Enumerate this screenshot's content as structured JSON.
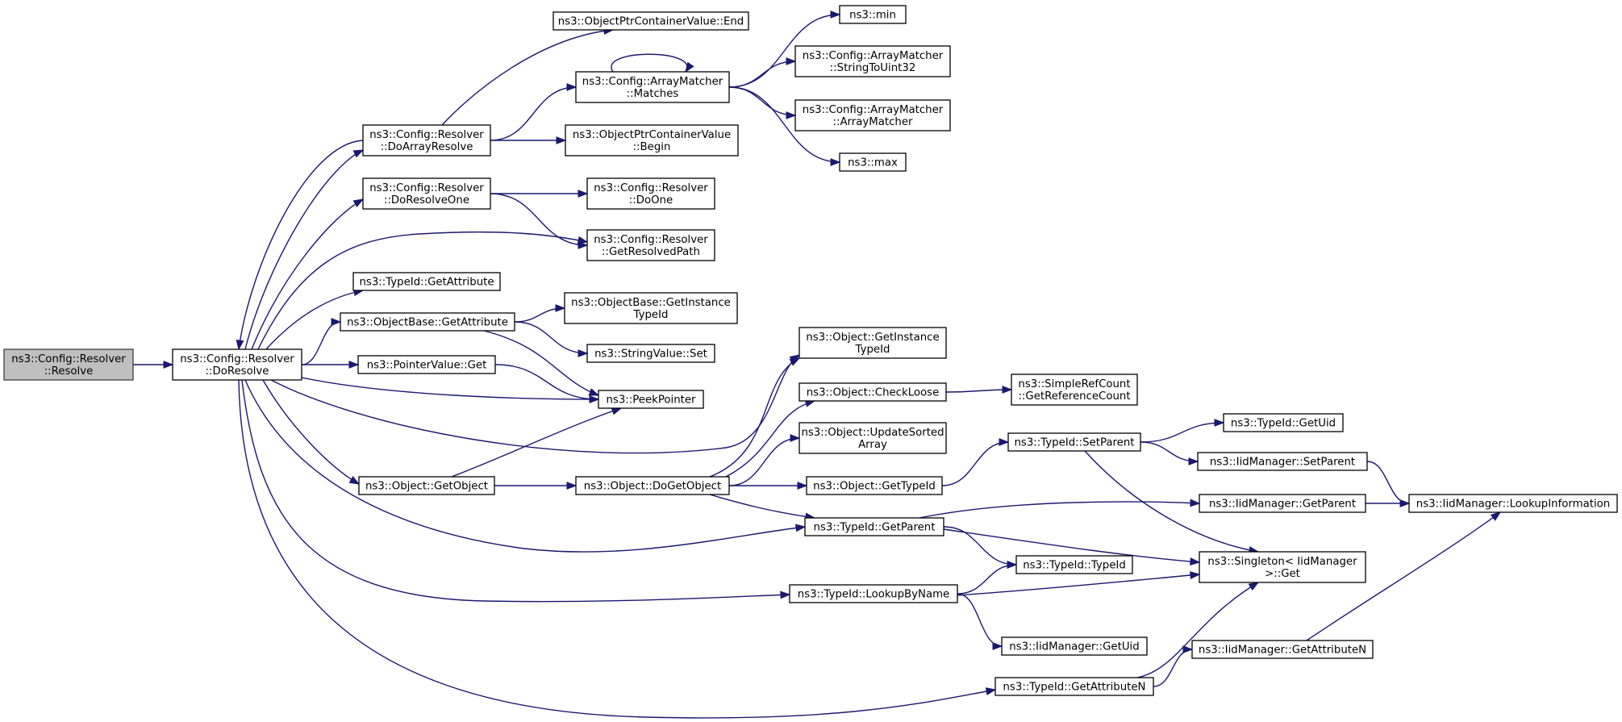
{
  "diagram": {
    "type": "call-graph",
    "root": "resolve",
    "colors": {
      "edge": "#191970",
      "root_fill": "#bfbfbf",
      "node_fill": "#ffffff",
      "border": "#000000"
    },
    "nodes": [
      {
        "id": "resolve",
        "lines": [
          "ns3::Config::Resolver",
          "::Resolve"
        ]
      },
      {
        "id": "doResolve",
        "lines": [
          "ns3::Config::Resolver",
          "::DoResolve"
        ]
      },
      {
        "id": "doArrayResolve",
        "lines": [
          "ns3::Config::Resolver",
          "::DoArrayResolve"
        ]
      },
      {
        "id": "doResolveOne",
        "lines": [
          "ns3::Config::Resolver",
          "::DoResolveOne"
        ]
      },
      {
        "id": "typeIdGetAttribute",
        "lines": [
          "ns3::TypeId::GetAttribute"
        ]
      },
      {
        "id": "objectBaseGetAttribute",
        "lines": [
          "ns3::ObjectBase::GetAttribute"
        ]
      },
      {
        "id": "pointerValueGet",
        "lines": [
          "ns3::PointerValue::Get"
        ]
      },
      {
        "id": "objectGetObject",
        "lines": [
          "ns3::Object::GetObject"
        ]
      },
      {
        "id": "optrEnd",
        "lines": [
          "ns3::ObjectPtrContainerValue::End"
        ]
      },
      {
        "id": "arrayMatcherMatches",
        "lines": [
          "ns3::Config::ArrayMatcher",
          "::Matches"
        ]
      },
      {
        "id": "optrBegin",
        "lines": [
          "ns3::ObjectPtrContainerValue",
          "::Begin"
        ]
      },
      {
        "id": "doOne",
        "lines": [
          "ns3::Config::Resolver",
          "::DoOne"
        ]
      },
      {
        "id": "getResolvedPath",
        "lines": [
          "ns3::Config::Resolver",
          "::GetResolvedPath"
        ]
      },
      {
        "id": "objectBaseGetInstanceTypeId",
        "lines": [
          "ns3::ObjectBase::GetInstance",
          "TypeId"
        ]
      },
      {
        "id": "stringValueSet",
        "lines": [
          "ns3::StringValue::Set"
        ]
      },
      {
        "id": "peekPointer",
        "lines": [
          "ns3::PeekPointer"
        ]
      },
      {
        "id": "objectDoGetObject",
        "lines": [
          "ns3::Object::DoGetObject"
        ]
      },
      {
        "id": "min",
        "lines": [
          "ns3::min"
        ]
      },
      {
        "id": "stringToUint32",
        "lines": [
          "ns3::Config::ArrayMatcher",
          "::StringToUint32"
        ]
      },
      {
        "id": "arrayMatcherCtor",
        "lines": [
          "ns3::Config::ArrayMatcher",
          "::ArrayMatcher"
        ]
      },
      {
        "id": "max",
        "lines": [
          "ns3::max"
        ]
      },
      {
        "id": "objectGetInstanceTypeId",
        "lines": [
          "ns3::Object::GetInstance",
          "TypeId"
        ]
      },
      {
        "id": "checkLoose",
        "lines": [
          "ns3::Object::CheckLoose"
        ]
      },
      {
        "id": "updateSortedArray",
        "lines": [
          "ns3::Object::UpdateSorted",
          "Array"
        ]
      },
      {
        "id": "objectGetTypeId",
        "lines": [
          "ns3::Object::GetTypeId"
        ]
      },
      {
        "id": "typeIdGetParent",
        "lines": [
          "ns3::TypeId::GetParent"
        ]
      },
      {
        "id": "lookupByName",
        "lines": [
          "ns3::TypeId::LookupByName"
        ]
      },
      {
        "id": "getAttributeN",
        "lines": [
          "ns3::TypeId::GetAttributeN"
        ]
      },
      {
        "id": "getReferenceCount",
        "lines": [
          "ns3::SimpleRefCount",
          "::GetReferenceCount"
        ]
      },
      {
        "id": "setParent",
        "lines": [
          "ns3::TypeId::SetParent"
        ]
      },
      {
        "id": "typeIdTypeId",
        "lines": [
          "ns3::TypeId::TypeId"
        ]
      },
      {
        "id": "iidGetUid",
        "lines": [
          "ns3::IidManager::GetUid"
        ]
      },
      {
        "id": "typeIdGetUid",
        "lines": [
          "ns3::TypeId::GetUid"
        ]
      },
      {
        "id": "iidSetParent",
        "lines": [
          "ns3::IidManager::SetParent"
        ]
      },
      {
        "id": "iidGetParent",
        "lines": [
          "ns3::IidManager::GetParent"
        ]
      },
      {
        "id": "singletonGet",
        "lines": [
          "ns3::Singleton< IidManager",
          " >::Get"
        ]
      },
      {
        "id": "iidGetAttributeN",
        "lines": [
          "ns3::IidManager::GetAttributeN"
        ]
      },
      {
        "id": "lookupInformation",
        "lines": [
          "ns3::IidManager::LookupInformation"
        ]
      }
    ],
    "edges": [
      [
        "resolve",
        "doResolve"
      ],
      [
        "doResolve",
        "doArrayResolve"
      ],
      [
        "doResolve",
        "doResolveOne"
      ],
      [
        "doResolve",
        "getResolvedPath"
      ],
      [
        "doResolve",
        "typeIdGetAttribute"
      ],
      [
        "doResolve",
        "objectBaseGetAttribute"
      ],
      [
        "doResolve",
        "pointerValueGet"
      ],
      [
        "doResolve",
        "peekPointer"
      ],
      [
        "doResolve",
        "objectGetInstanceTypeId"
      ],
      [
        "doResolve",
        "objectGetObject"
      ],
      [
        "doResolve",
        "typeIdGetParent"
      ],
      [
        "doResolve",
        "lookupByName"
      ],
      [
        "doResolve",
        "getAttributeN"
      ],
      [
        "doArrayResolve",
        "doResolve"
      ],
      [
        "doArrayResolve",
        "optrEnd"
      ],
      [
        "doArrayResolve",
        "arrayMatcherMatches"
      ],
      [
        "doArrayResolve",
        "optrBegin"
      ],
      [
        "doResolveOne",
        "doOne"
      ],
      [
        "doResolveOne",
        "getResolvedPath"
      ],
      [
        "objectBaseGetAttribute",
        "objectBaseGetInstanceTypeId"
      ],
      [
        "objectBaseGetAttribute",
        "stringValueSet"
      ],
      [
        "objectBaseGetAttribute",
        "peekPointer"
      ],
      [
        "pointerValueGet",
        "peekPointer"
      ],
      [
        "objectGetObject",
        "peekPointer"
      ],
      [
        "objectGetObject",
        "objectDoGetObject"
      ],
      [
        "arrayMatcherMatches",
        "arrayMatcherMatches"
      ],
      [
        "arrayMatcherMatches",
        "min"
      ],
      [
        "arrayMatcherMatches",
        "stringToUint32"
      ],
      [
        "arrayMatcherMatches",
        "arrayMatcherCtor"
      ],
      [
        "arrayMatcherMatches",
        "max"
      ],
      [
        "objectDoGetObject",
        "objectGetInstanceTypeId"
      ],
      [
        "objectDoGetObject",
        "checkLoose"
      ],
      [
        "objectDoGetObject",
        "updateSortedArray"
      ],
      [
        "objectDoGetObject",
        "objectGetTypeId"
      ],
      [
        "objectDoGetObject",
        "typeIdGetParent"
      ],
      [
        "checkLoose",
        "getReferenceCount"
      ],
      [
        "objectGetTypeId",
        "setParent"
      ],
      [
        "setParent",
        "typeIdGetUid"
      ],
      [
        "setParent",
        "iidSetParent"
      ],
      [
        "setParent",
        "singletonGet"
      ],
      [
        "typeIdGetParent",
        "iidGetParent"
      ],
      [
        "typeIdGetParent",
        "typeIdTypeId"
      ],
      [
        "typeIdGetParent",
        "singletonGet"
      ],
      [
        "lookupByName",
        "typeIdTypeId"
      ],
      [
        "lookupByName",
        "singletonGet"
      ],
      [
        "lookupByName",
        "iidGetUid"
      ],
      [
        "getAttributeN",
        "singletonGet"
      ],
      [
        "getAttributeN",
        "iidGetAttributeN"
      ],
      [
        "iidSetParent",
        "lookupInformation"
      ],
      [
        "iidGetParent",
        "lookupInformation"
      ],
      [
        "iidGetAttributeN",
        "lookupInformation"
      ]
    ]
  }
}
